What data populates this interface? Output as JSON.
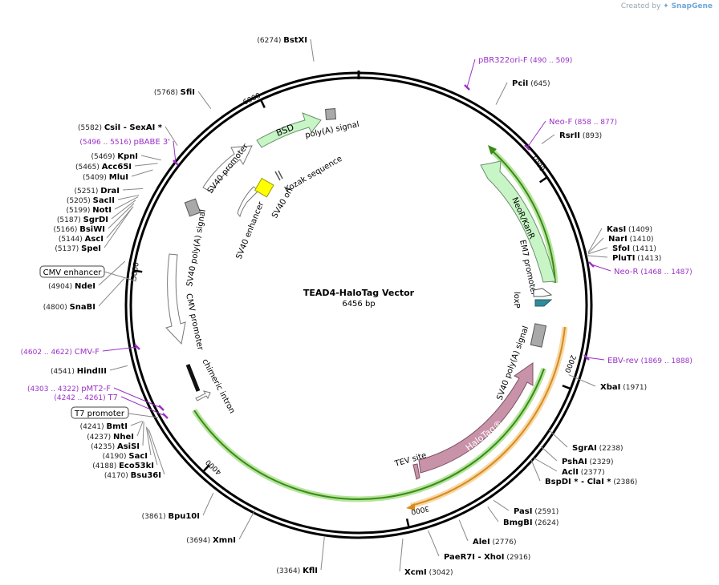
{
  "watermark": {
    "prefix": "Created by",
    "brand": "SnapGene"
  },
  "title": "TEAD4-HaloTag Vector",
  "length_label": "6456 bp",
  "total_bp": 6456,
  "ticks": [
    {
      "bp": 1000,
      "label": "1000"
    },
    {
      "bp": 2000,
      "label": "2000"
    },
    {
      "bp": 3000,
      "label": "3000"
    },
    {
      "bp": 4000,
      "label": "4000"
    },
    {
      "bp": 5000,
      "label": "5000"
    },
    {
      "bp": 6000,
      "label": "6000"
    }
  ],
  "enzymes": [
    {
      "name": "BstXI",
      "pos": "(6274)",
      "side": "right"
    },
    {
      "name": "SfiI",
      "pos": "(5768)",
      "side": "right"
    },
    {
      "name": "CsiI",
      "pos": "(5582)",
      "side": "right",
      "suffix": " - SexAI *"
    },
    {
      "name": "KpnI",
      "pos": "(5469)",
      "side": "right"
    },
    {
      "name": "Acc65I",
      "pos": "(5465)",
      "side": "right"
    },
    {
      "name": "MluI",
      "pos": "(5409)",
      "side": "right"
    },
    {
      "name": "DraI",
      "pos": "(5251)",
      "side": "right"
    },
    {
      "name": "SacII",
      "pos": "(5205)",
      "side": "right"
    },
    {
      "name": "NotI",
      "pos": "(5199)",
      "side": "right"
    },
    {
      "name": "SgrDI",
      "pos": "(5187)",
      "side": "right"
    },
    {
      "name": "BsiWI",
      "pos": "(5166)",
      "side": "right"
    },
    {
      "name": "AscI",
      "pos": "(5144)",
      "side": "right"
    },
    {
      "name": "SpeI",
      "pos": "(5137)",
      "side": "right"
    },
    {
      "name": "NdeI",
      "pos": "(4904)",
      "side": "right"
    },
    {
      "name": "SnaBI",
      "pos": "(4800)",
      "side": "right"
    },
    {
      "name": "HindIII",
      "pos": "(4541)",
      "side": "right"
    },
    {
      "name": "BmtI",
      "pos": "(4241)",
      "side": "right"
    },
    {
      "name": "NheI",
      "pos": "(4237)",
      "side": "right"
    },
    {
      "name": "AsiSI",
      "pos": "(4235)",
      "side": "right"
    },
    {
      "name": "SacI",
      "pos": "(4190)",
      "side": "right"
    },
    {
      "name": "Eco53kI",
      "pos": "(4188)",
      "side": "right"
    },
    {
      "name": "Bsu36I",
      "pos": "(4170)",
      "side": "right"
    },
    {
      "name": "Bpu10I",
      "pos": "(3861)",
      "side": "right"
    },
    {
      "name": "XmnI",
      "pos": "(3694)",
      "side": "right"
    },
    {
      "name": "KflI",
      "pos": "(3364)",
      "side": "right"
    },
    {
      "name": "XcmI",
      "pos": "(3042)",
      "side": "left"
    },
    {
      "name": "PaeR7I",
      "pos": "(2916)",
      "side": "left",
      "suffix": " - XhoI"
    },
    {
      "name": "AleI",
      "pos": "(2776)",
      "side": "left"
    },
    {
      "name": "BmgBI",
      "pos": "(2624)",
      "side": "left"
    },
    {
      "name": "PasI",
      "pos": "(2591)",
      "side": "left"
    },
    {
      "name": "BspDI *",
      "pos": "(2386)",
      "side": "left",
      "suffix": " - ClaI *"
    },
    {
      "name": "AclI",
      "pos": "(2377)",
      "side": "left"
    },
    {
      "name": "PshAI",
      "pos": "(2329)",
      "side": "left"
    },
    {
      "name": "SgrAI",
      "pos": "(2238)",
      "side": "left"
    },
    {
      "name": "XbaI",
      "pos": "(1971)",
      "side": "left"
    },
    {
      "name": "PluTI",
      "pos": "(1413)",
      "side": "left"
    },
    {
      "name": "SfoI",
      "pos": "(1411)",
      "side": "left"
    },
    {
      "name": "NarI",
      "pos": "(1410)",
      "side": "left"
    },
    {
      "name": "KasI",
      "pos": "(1409)",
      "side": "left"
    },
    {
      "name": "RsrII",
      "pos": "(893)",
      "side": "left"
    },
    {
      "name": "PciI",
      "pos": "(645)",
      "side": "left"
    }
  ],
  "primers": [
    {
      "name": "pBR322ori-F",
      "range": "(490 .. 509)",
      "side": "left"
    },
    {
      "name": "Neo-F",
      "range": "(858 .. 877)",
      "side": "left"
    },
    {
      "name": "Neo-R",
      "range": "(1468 .. 1487)",
      "side": "left"
    },
    {
      "name": "EBV-rev",
      "range": "(1869 .. 1888)",
      "side": "left"
    },
    {
      "name": "pBABE 3'",
      "range": "(5496 .. 5516)",
      "side": "right"
    },
    {
      "name": "CMV-F",
      "range": "(4602 .. 4622)",
      "side": "right"
    },
    {
      "name": "pMT2-F",
      "range": "(4303 .. 4322)",
      "side": "right"
    },
    {
      "name": "T7",
      "range": "(4242 .. 4261)",
      "side": "right"
    }
  ],
  "boxed_features": [
    {
      "name": "CMV enhancer"
    },
    {
      "name": "T7 promoter"
    }
  ],
  "features": [
    {
      "name": "BSD",
      "color": "#c8f5c6",
      "stroke": "#6a8f6a"
    },
    {
      "name": "NeoR/KanR",
      "color": "#c8f5c6",
      "stroke": "#6a8f6a"
    },
    {
      "name": "HaloTag®",
      "color": "#c893a8",
      "stroke": "#7c4f63"
    },
    {
      "name": "SV40 promoter",
      "color": "#ffffff",
      "stroke": "#777777"
    },
    {
      "name": "SV40 poly(A) signal",
      "color": "#ffffff",
      "stroke": "#777777"
    },
    {
      "name": "CMV promoter",
      "color": "#ffffff",
      "stroke": "#777777"
    },
    {
      "name": "EM7 promoter",
      "color": "#ffffff",
      "stroke": "#777777"
    },
    {
      "name": "SV40 enhancer",
      "color": "#ffffff",
      "stroke": "#777777"
    },
    {
      "name": "SV40 ori",
      "color": "#ffffff",
      "stroke": "#777777"
    },
    {
      "name": "poly(A) signal",
      "color": "#a9a9a9",
      "stroke": "#555555"
    },
    {
      "name": "Kozak sequence",
      "color": "#ffffff",
      "stroke": "#555555"
    },
    {
      "name": "loxP",
      "color": "#2f8a9a",
      "stroke": "#1c5e6a"
    },
    {
      "name": "chimeric intron",
      "color": "#ffffff",
      "stroke": "#222222"
    },
    {
      "name": "TEV site",
      "color": "#c893a8",
      "stroke": "#7c4f63"
    },
    {
      "name": "yellow-box",
      "color": "#ffff00",
      "stroke": "#999900"
    }
  ],
  "colors": {
    "primer": "#9b30c8",
    "backbone": "#000000",
    "green_region": "#3a8a1a",
    "green_glow": "#b5e59a",
    "orange_region": "#d98a1e",
    "orange_glow": "#f6d9a6"
  }
}
